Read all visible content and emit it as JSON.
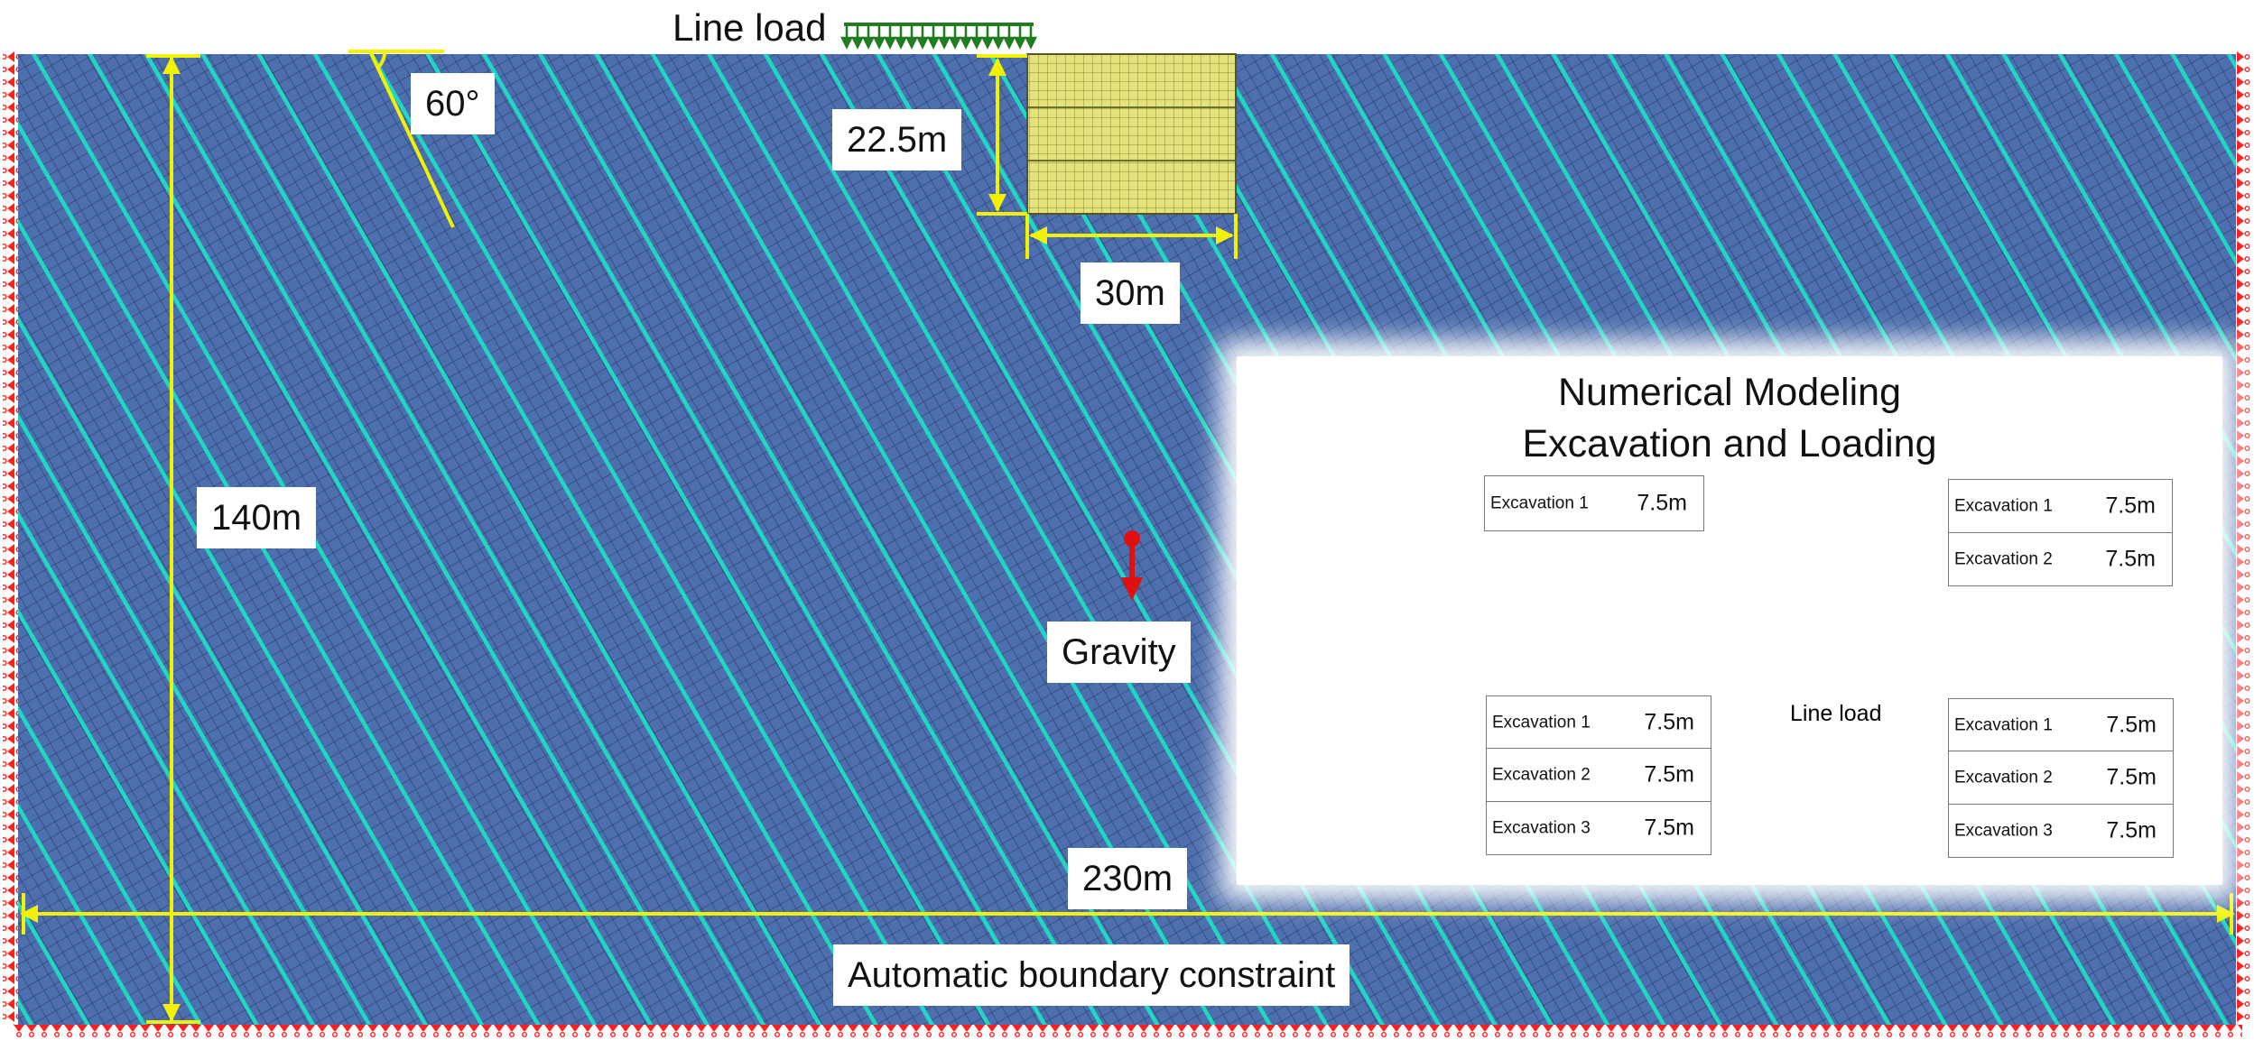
{
  "labels": {
    "line_load": "Line load",
    "angle": "60°",
    "depth": "22.5m",
    "width": "30m",
    "height": "140m",
    "gravity": "Gravity",
    "length": "230m",
    "boundary": "Automatic boundary constraint"
  },
  "inset": {
    "title_line1": "Numerical Modeling",
    "title_line2": "Excavation and Loading",
    "panels": [
      {
        "steps": [
          {
            "name": "Excavation 1",
            "depth": "7.5m"
          }
        ]
      },
      {
        "steps": [
          {
            "name": "Excavation 1",
            "depth": "7.5m"
          },
          {
            "name": "Excavation 2",
            "depth": "7.5m"
          }
        ]
      },
      {
        "steps": [
          {
            "name": "Excavation 1",
            "depth": "7.5m"
          },
          {
            "name": "Excavation 2",
            "depth": "7.5m"
          },
          {
            "name": "Excavation 3",
            "depth": "7.5m"
          }
        ]
      },
      {
        "line_load": "Line load",
        "steps": [
          {
            "name": "Excavation 1",
            "depth": "7.5m"
          },
          {
            "name": "Excavation 2",
            "depth": "7.5m"
          },
          {
            "name": "Excavation 3",
            "depth": "7.5m"
          }
        ]
      }
    ]
  },
  "colors": {
    "rock_mass": "#4d6fae",
    "mesh_line": "#2a3f6e",
    "joint": "#1fd8c4",
    "dimension": "#f2f200",
    "excavation": "#e4e27a",
    "constraint": "#ff2020",
    "line_load": "#1f7d1f",
    "gravity_arrow": "#e01010"
  }
}
